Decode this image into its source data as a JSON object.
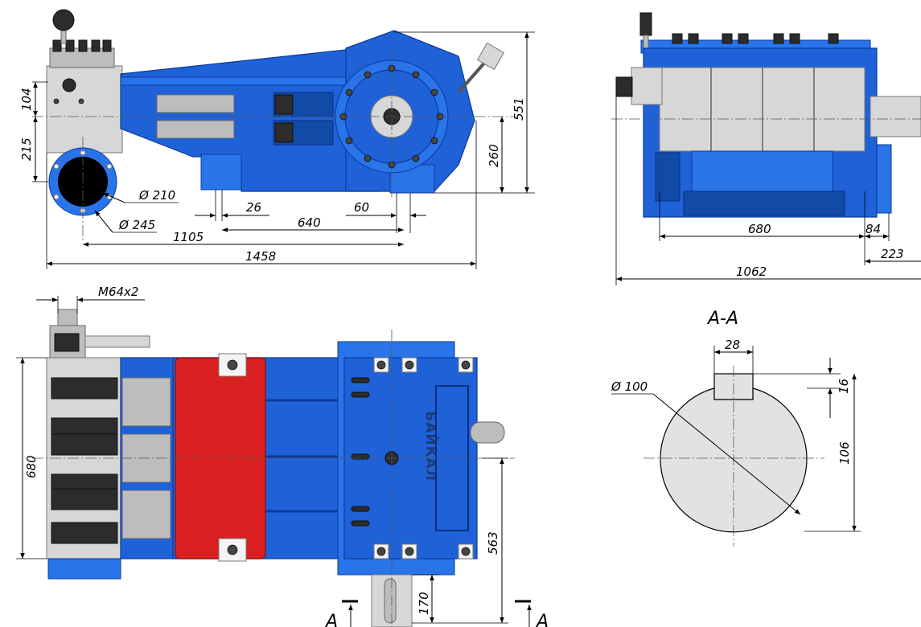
{
  "drawing": {
    "front_view": {
      "dim_104": "104",
      "dim_215": "215",
      "dim_d210": "Ø 210",
      "dim_d245": "Ø 245",
      "dim_26": "26",
      "dim_640": "640",
      "dim_60": "60",
      "dim_1105": "1105",
      "dim_1458": "1458",
      "dim_260": "260",
      "dim_551": "551"
    },
    "side_view": {
      "dim_680": "680",
      "dim_84": "84",
      "dim_223": "223",
      "dim_1062": "1062"
    },
    "top_view": {
      "dim_m64": "M64x2",
      "dim_680": "680",
      "dim_563": "563",
      "dim_170": "170",
      "brand": "БАЙКАЛ",
      "section_mark_left": "A",
      "section_mark_right": "A"
    },
    "section_view": {
      "title": "A-A",
      "dim_28": "28",
      "dim_16": "16",
      "dim_d100": "Ø 100",
      "dim_106": "106"
    }
  },
  "colors": {
    "body_blue": "#1f62d8",
    "cover_red": "#d82020",
    "steel": "#d7d7d7",
    "section_fill": "#e2e2e2"
  }
}
